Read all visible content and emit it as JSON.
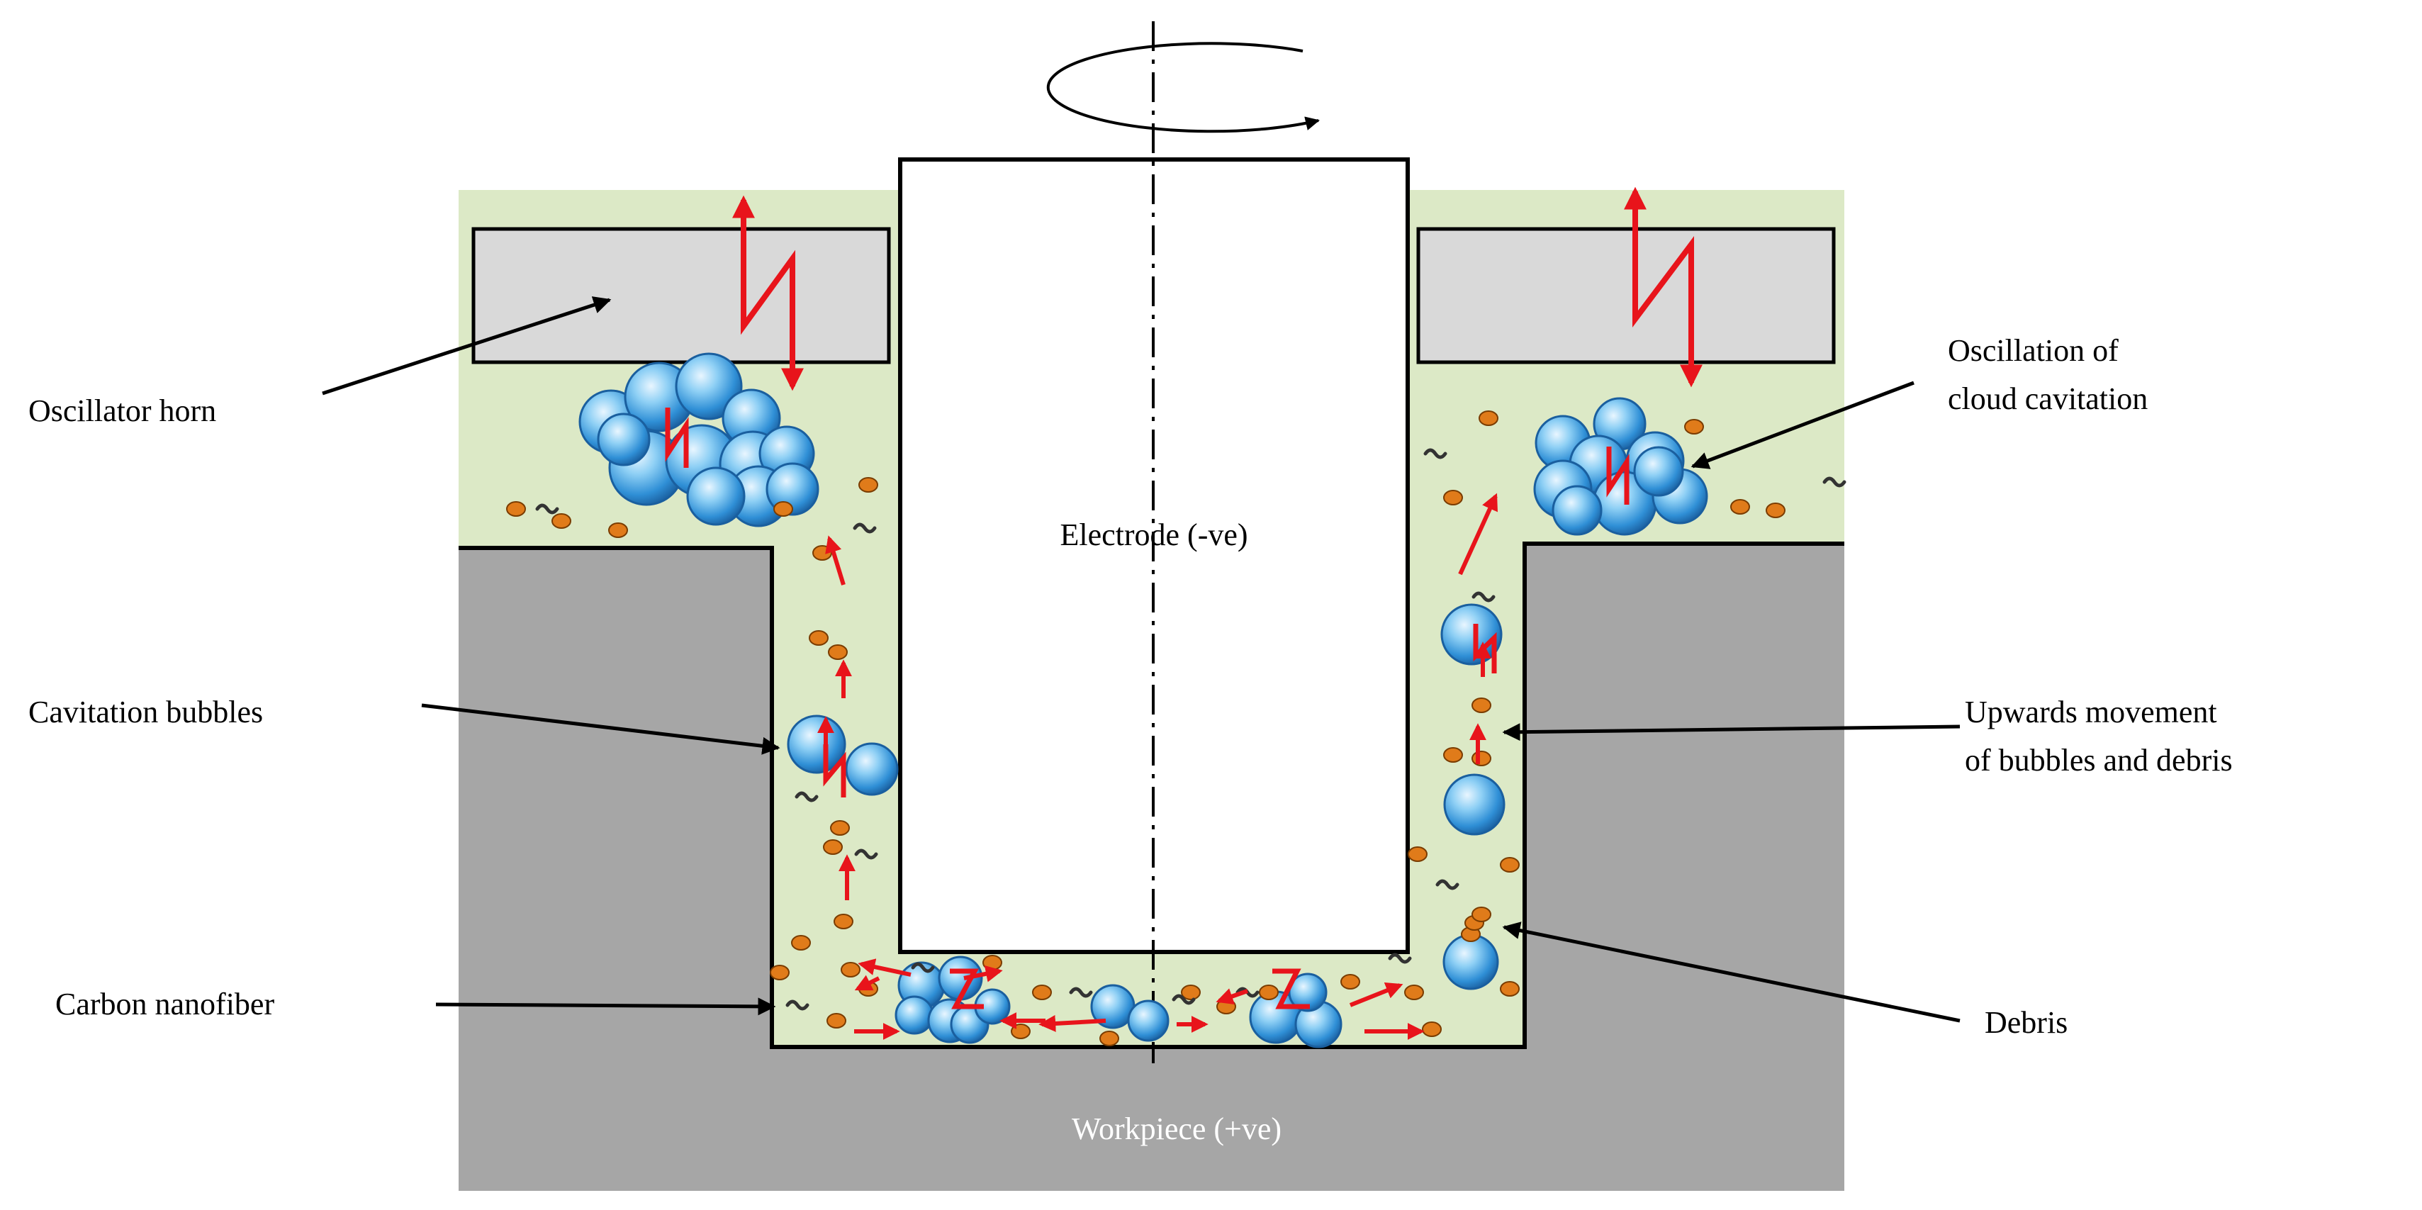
{
  "labels": {
    "oscillator_horn": "Oscillator horn",
    "cavitation_bubbles": "Cavitation bubbles",
    "carbon_nanofiber": "Carbon  nanofiber",
    "electrode": "Electrode (-ve)",
    "workpiece": "Workpiece (+ve)",
    "oscillation_line1": "Oscillation of",
    "oscillation_line2": "cloud cavitation",
    "upwards_line1": "Upwards movement",
    "upwards_line2": "of bubbles and debris",
    "debris": "Debris"
  },
  "colors": {
    "dielectric": "#dce9c6",
    "workpiece": "#a6a6a6",
    "horn": "#d9d9d9",
    "electrode": "#ffffff",
    "arrow": "#e8141b",
    "bubble": "#3b9be0",
    "debris": "#e07b1a",
    "nanofiber": "#333333"
  }
}
